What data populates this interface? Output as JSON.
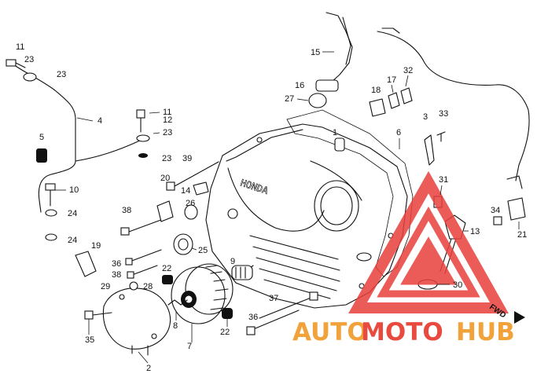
{
  "diagram": {
    "part_numbers": [
      {
        "id": "p11a",
        "text": "11"
      },
      {
        "id": "p23a",
        "text": "23"
      },
      {
        "id": "p23b",
        "text": "23"
      },
      {
        "id": "p4",
        "text": "4"
      },
      {
        "id": "p5",
        "text": "5"
      },
      {
        "id": "p11b",
        "text": "11"
      },
      {
        "id": "p12",
        "text": "12"
      },
      {
        "id": "p23c",
        "text": "23"
      },
      {
        "id": "p23d",
        "text": "23"
      },
      {
        "id": "p10",
        "text": "10"
      },
      {
        "id": "p24a",
        "text": "24"
      },
      {
        "id": "p24b",
        "text": "24"
      },
      {
        "id": "p19",
        "text": "19"
      },
      {
        "id": "p39",
        "text": "39"
      },
      {
        "id": "p20",
        "text": "20"
      },
      {
        "id": "p14",
        "text": "14"
      },
      {
        "id": "p38a",
        "text": "38"
      },
      {
        "id": "p26",
        "text": "26"
      },
      {
        "id": "p25",
        "text": "25"
      },
      {
        "id": "p36a",
        "text": "36"
      },
      {
        "id": "p38b",
        "text": "38"
      },
      {
        "id": "p22a",
        "text": "22"
      },
      {
        "id": "p9",
        "text": "9"
      },
      {
        "id": "p29",
        "text": "29"
      },
      {
        "id": "p28",
        "text": "28"
      },
      {
        "id": "p35",
        "text": "35"
      },
      {
        "id": "p8",
        "text": "8"
      },
      {
        "id": "p7",
        "text": "7"
      },
      {
        "id": "p22b",
        "text": "22"
      },
      {
        "id": "p2",
        "text": "2"
      },
      {
        "id": "p37",
        "text": "37"
      },
      {
        "id": "p36b",
        "text": "36"
      },
      {
        "id": "p15",
        "text": "15"
      },
      {
        "id": "p16",
        "text": "16"
      },
      {
        "id": "p27",
        "text": "27"
      },
      {
        "id": "p17",
        "text": "17"
      },
      {
        "id": "p18",
        "text": "18"
      },
      {
        "id": "p32",
        "text": "32"
      },
      {
        "id": "p3",
        "text": "3"
      },
      {
        "id": "p33",
        "text": "33"
      },
      {
        "id": "p6",
        "text": "6"
      },
      {
        "id": "p1",
        "text": "1"
      },
      {
        "id": "p31",
        "text": "31"
      },
      {
        "id": "p13",
        "text": "13"
      },
      {
        "id": "p30",
        "text": "30"
      },
      {
        "id": "p34",
        "text": "34"
      },
      {
        "id": "p21",
        "text": "21"
      }
    ],
    "cover_emboss": "HONDA",
    "direction_marker": "FWD"
  },
  "watermark": {
    "part1": "AUTO",
    "part2": "MOTO",
    "part3": "HUB",
    "color_main": "#f2a23a",
    "color_mid": "#e94a3f",
    "triangle_color": "#e8403c"
  }
}
